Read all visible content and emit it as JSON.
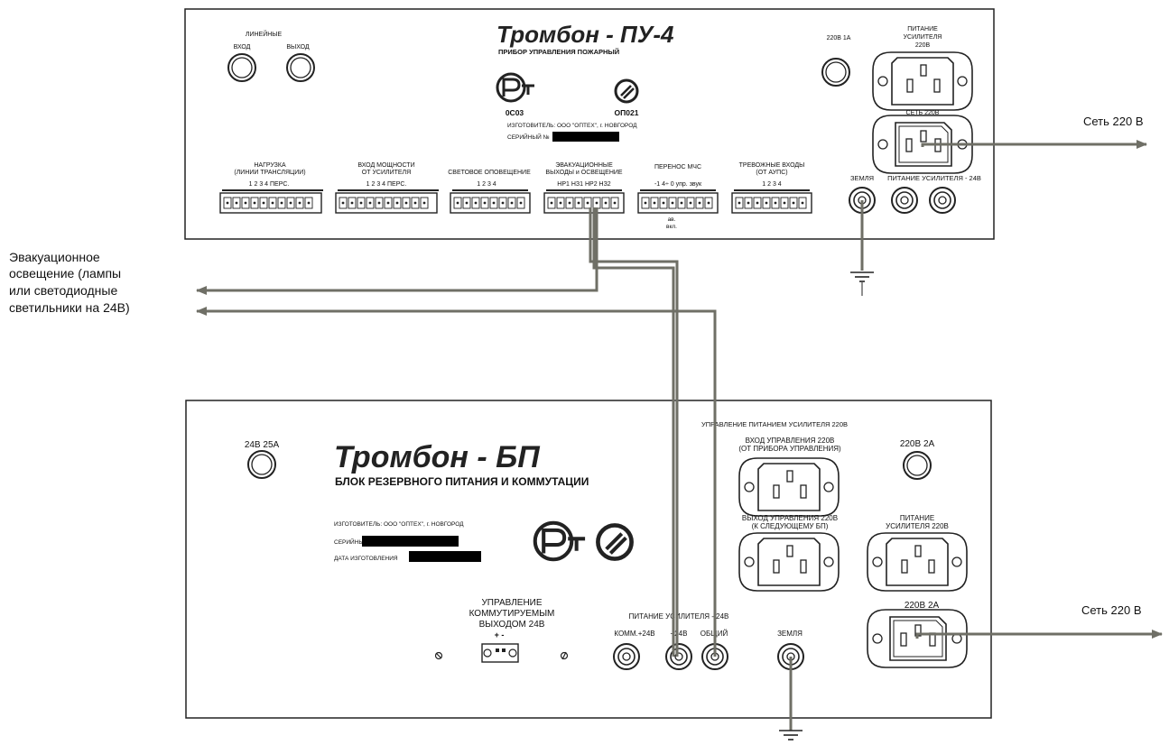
{
  "top_unit": {
    "brand_title": "Тромбон - ПУ-4",
    "subtitle": "ПРИБОР УПРАВЛЕНИЯ ПОЖАРНЫЙ",
    "line_label": "ЛИНЕЙНЫЕ",
    "line_in": "ВХОД",
    "line_out": "ВЫХОД",
    "cert_code_1": "0С03",
    "cert_code_2": "ОП021",
    "manufacturer": "ИЗГОТОВИТЕЛЬ: ООО \"ОПТЕХ\", г. НОВГОРОД",
    "serial_label": "СЕРИЙНЫЙ №",
    "fuse_label": "220В  1А",
    "amp_power_label_1": "ПИТАНИЕ",
    "amp_power_label_2": "УСИЛИТЕЛЯ",
    "amp_power_label_3": "220В",
    "mains_label": "СЕТЬ 220В",
    "ground_label": "ЗЕМЛЯ",
    "amp_24_label": "ПИТАНИЕ УСИЛИТЕЛЯ - 24В",
    "terminals": [
      {
        "title_1": "НАГРУЗКА",
        "title_2": "(ЛИНИИ ТРАНСЛЯЦИИ)",
        "pins": "1    2    3    4   ПЕРС."
      },
      {
        "title_1": "ВХОД  МОЩНОСТИ",
        "title_2": "ОТ УСИЛИТЕЛЯ",
        "pins": "1    2    3    4   ПЕРС."
      },
      {
        "title_1": "",
        "title_2": "СВЕТОВОЕ ОПОВЕЩЕНИЕ",
        "pins": "1    2    3    4"
      },
      {
        "title_1": "ЭВАКУАЦИОННЫЕ",
        "title_2": "ВЫХОДЫ и ОСВЕЩЕНИЕ",
        "pins": "НР1  НЗ1  НР2  НЗ2"
      },
      {
        "title_1": "ПЕРЕНОС        МЧС",
        "title_2": "",
        "pins": "-1 4÷ 0   упр.  звук",
        "note_1": "ав.",
        "note_2": "вкл."
      },
      {
        "title_1": "ТРЕВОЖНЫЕ ВХОДЫ",
        "title_2": "(ОТ АУПС)",
        "pins": "1    2    3    4"
      }
    ]
  },
  "bottom_unit": {
    "brand_title": "Тромбон - БП",
    "subtitle": "БЛОК РЕЗЕРВНОГО ПИТАНИЯ И КОММУТАЦИИ",
    "fuse_24_label": "24В  25А",
    "manufacturer": "ИЗГОТОВИТЕЛЬ: ООО \"ОПТЕХ\", г. НОВГОРОД",
    "serial_label": "СЕРИЙНЫЙ №",
    "date_label": "ДАТА ИЗГОТОВЛЕНИЯ",
    "ctrl_title": "УПРАВЛЕНИЕ ПИТАНИЕМ УСИЛИТЕЛЯ 220В",
    "ctrl_in_1": "ВХОД УПРАВЛЕНИЯ 220В",
    "ctrl_in_2": "(ОТ ПРИБОРА УПРАВЛЕНИЯ)",
    "ctrl_out_1": "ВЫХОД УПРАВЛЕНИЯ 220В",
    "ctrl_out_2": "(К СЛЕДУЮЩЕМУ БП)",
    "fuse_220_label_1": "220В  2А",
    "amp_power_1": "ПИТАНИЕ",
    "amp_power_2": "УСИЛИТЕЛЯ 220В",
    "fuse_220_label_2": "220В  2А",
    "switched_1": "УПРАВЛЕНИЕ",
    "switched_2": "КОММУТИРУЕМЫМ",
    "switched_3": "ВЫХОДОМ 24В",
    "switched_pm": "+  -",
    "amp_24_label": "ПИТАНИЕ  УСИЛИТЕЛЯ - 24В",
    "comm_label": "КОММ.+24В",
    "plus_label": "+24В",
    "common_label": "ОБЩИЙ",
    "ground_label": "ЗЕМЛЯ"
  },
  "annotations": {
    "mains_top": "Сеть 220 В",
    "mains_bottom": "Сеть 220 В",
    "evac_1": "Эвакуационное",
    "evac_2": "освещение (лампы",
    "evac_3": "или светодиодные",
    "evac_4": "светильники на 24В)"
  },
  "colors": {
    "wire": "#6f6f66",
    "ink": "#222222"
  }
}
